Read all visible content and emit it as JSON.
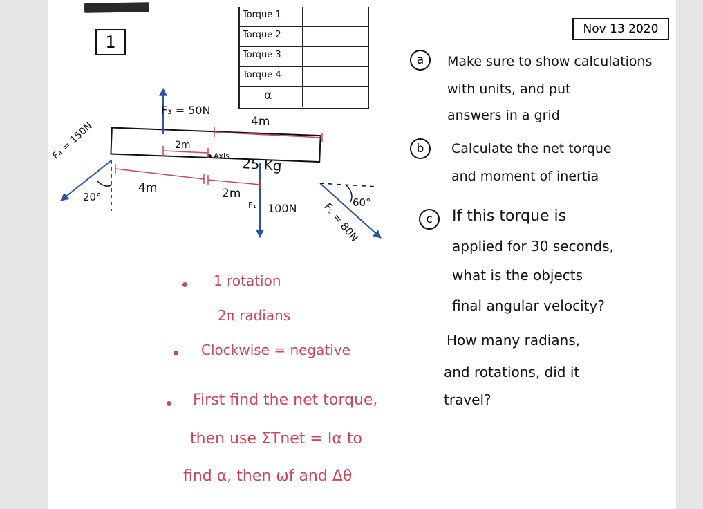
{
  "page_number": "1",
  "date": "Nov 13 2020",
  "answer_grid": {
    "rows": [
      "Torque 1",
      "Torque 2",
      "Torque 3",
      "Torque 4",
      "α"
    ]
  },
  "diagram": {
    "beam_mass": "25 Kg",
    "axis_label": "Axis",
    "forces": {
      "f1": "F₁",
      "f1_value": "100N",
      "f2": "F₂ = 80N",
      "f3": "F₃ = 50N",
      "f4": "F₄ = 150N"
    },
    "angles": {
      "f4_angle": "20°",
      "f2_angle": "60°"
    },
    "distances": {
      "top": "4m",
      "axis_offset": "2m",
      "bottom_left": "4m",
      "bottom_mid": "2m"
    }
  },
  "instructions": [
    {
      "letter": "a",
      "text": [
        "Make sure to show calculations",
        "with units, and put",
        "answers in a grid"
      ]
    },
    {
      "letter": "b",
      "text": [
        "Calculate the net torque",
        "and moment of inertia"
      ]
    },
    {
      "letter": "c",
      "text": [
        "If this torque is",
        "applied for 30 seconds,",
        "what is the objects",
        "final angular velocity?",
        "How many radians,",
        "and rotations, did it",
        "travel?"
      ]
    }
  ],
  "notes": {
    "conversion_top": "1 rotation",
    "conversion_bottom": "2π radians",
    "clockwise": "Clockwise = negative",
    "steps": [
      "First find the net torque,",
      "then use ΣTnet = Iα to",
      "find α, then ωf and Δθ"
    ]
  },
  "colors": {
    "ink": "#141414",
    "red_ink": "#c8485a",
    "blue_ink": "#2b55a0"
  }
}
